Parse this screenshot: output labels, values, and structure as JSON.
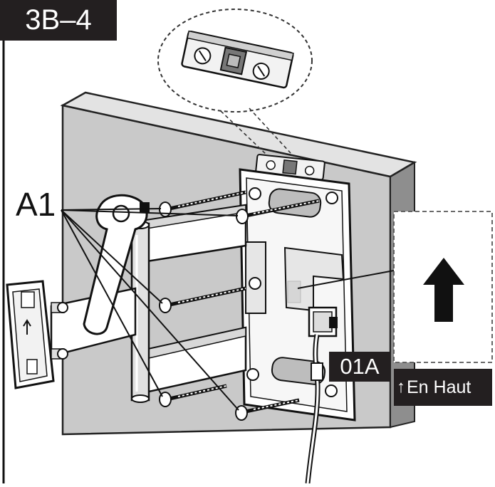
{
  "step": {
    "label": "3B–4"
  },
  "callouts": {
    "screw_part": "A1",
    "cable_part": "01A"
  },
  "direction": {
    "arrow_icon": "up-arrow-icon",
    "label": "En Haut"
  },
  "colors": {
    "badge": "#231f20",
    "wall": "#c9c9c9",
    "plate": "#ffffff",
    "line": "#111111"
  }
}
